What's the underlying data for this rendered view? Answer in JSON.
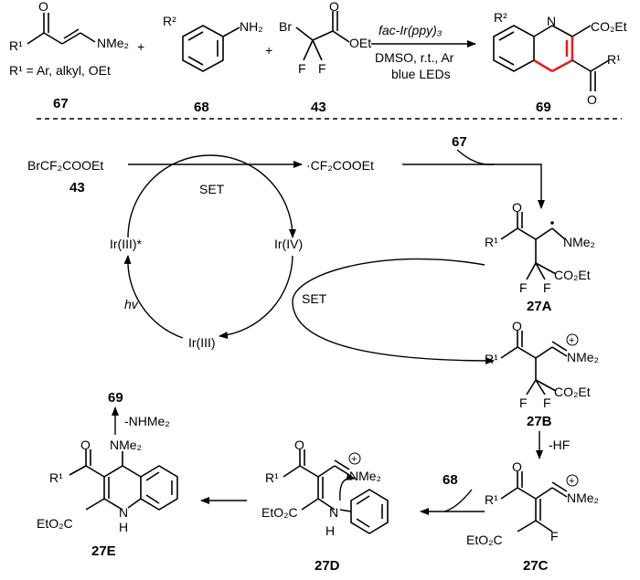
{
  "reaction": {
    "reagent_67_sub": "NMe₂",
    "reagent_67_r1": "R¹",
    "r1_definition": "R¹ = Ar, alkyl, OEt",
    "label_67": "67",
    "plus": "+",
    "reagent_68_r2": "R²",
    "reagent_68_nh2": "NH₂",
    "label_68": "68",
    "reagent_43_br": "Br",
    "reagent_43_f": "F",
    "reagent_43_oet": "OEt",
    "label_43": "43",
    "cond_catalyst": "fac-Ir(ppy)₃",
    "cond_solvent": "DMSO, r.t., Ar",
    "cond_light": "blue LEDs",
    "product_r2": "R²",
    "product_n": "N",
    "product_co2et": "CO₂Et",
    "product_r1": "R¹",
    "label_69": "69"
  },
  "mechanism": {
    "start_reagent": "BrCF₂COOEt",
    "start_label": "43",
    "radical": "·CF₂COOEt",
    "set_top": "SET",
    "set_bottom": "SET",
    "ir3_star": "Ir(III)*",
    "ir4": "Ir(IV)",
    "ir3": "Ir(III)",
    "hv": "hv",
    "add_67": "67",
    "int_27A": "27A",
    "int_27B": "27B",
    "int_27C": "27C",
    "int_27D": "27D",
    "int_27E": "27E",
    "minus_hf": "-HF",
    "add_68": "68",
    "minus_nhme2": "-NHMe₂",
    "product": "69",
    "nme2": "NMe₂",
    "r1": "R¹",
    "co2et": "CO₂Et",
    "eto2c": "EtO₂C",
    "f": "F",
    "h": "H",
    "n": "N",
    "plus_charge": "+"
  }
}
